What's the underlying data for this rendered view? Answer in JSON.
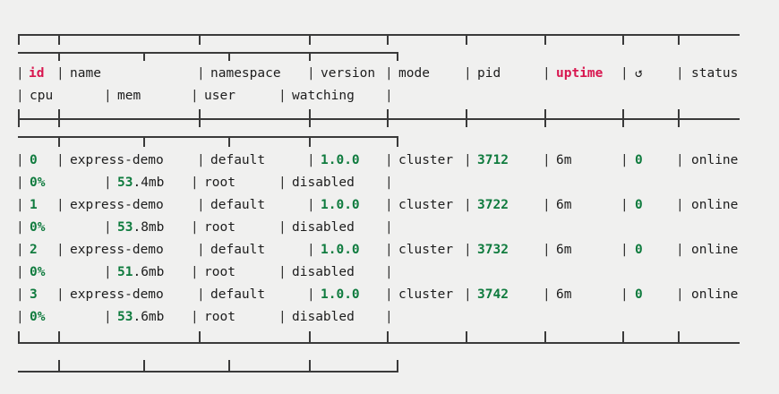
{
  "app": {
    "name": "pm2-process-list",
    "background_color": "#f0f0ef",
    "text_color": "#1d1d1d",
    "accent_color": "#d8164f",
    "value_color": "#0f7b3e",
    "rule_color": "#3a3a3a"
  },
  "table": {
    "header_primary": [
      {
        "key": "id",
        "label": "id",
        "accent": true
      },
      {
        "key": "name",
        "label": "name",
        "accent": false
      },
      {
        "key": "namespace",
        "label": "namespace",
        "accent": false
      },
      {
        "key": "version",
        "label": "version",
        "accent": false
      },
      {
        "key": "mode",
        "label": "mode",
        "accent": false
      },
      {
        "key": "pid",
        "label": "pid",
        "accent": false
      },
      {
        "key": "uptime",
        "label": "uptime",
        "accent": true
      },
      {
        "key": "restart",
        "label": "↺",
        "accent": false,
        "icon": "restart-icon"
      },
      {
        "key": "status",
        "label": "status",
        "accent": false
      }
    ],
    "header_secondary": [
      {
        "key": "cpu",
        "label": "cpu"
      },
      {
        "key": "mem",
        "label": "mem"
      },
      {
        "key": "user",
        "label": "user"
      },
      {
        "key": "watching",
        "label": "watching"
      }
    ],
    "separator": "|",
    "rows": [
      {
        "id": "0",
        "name": "express-demo",
        "namespace": "default",
        "version": "1.0.0",
        "mode": "cluster",
        "pid": "3712",
        "uptime": "6m",
        "restarts": "0",
        "status": "online",
        "cpu": "0%",
        "mem_value": "53",
        "mem_unit": ".4mb",
        "mem": "53.4mb",
        "user": "root",
        "watching": "disabled"
      },
      {
        "id": "1",
        "name": "express-demo",
        "namespace": "default",
        "version": "1.0.0",
        "mode": "cluster",
        "pid": "3722",
        "uptime": "6m",
        "restarts": "0",
        "status": "online",
        "cpu": "0%",
        "mem_value": "53",
        "mem_unit": ".8mb",
        "mem": "53.8mb",
        "user": "root",
        "watching": "disabled"
      },
      {
        "id": "2",
        "name": "express-demo",
        "namespace": "default",
        "version": "1.0.0",
        "mode": "cluster",
        "pid": "3732",
        "uptime": "6m",
        "restarts": "0",
        "status": "online",
        "cpu": "0%",
        "mem_value": "51",
        "mem_unit": ".6mb",
        "mem": "51.6mb",
        "user": "root",
        "watching": "disabled"
      },
      {
        "id": "3",
        "name": "express-demo",
        "namespace": "default",
        "version": "1.0.0",
        "mode": "cluster",
        "pid": "3742",
        "uptime": "6m",
        "restarts": "0",
        "status": "online",
        "cpu": "0%",
        "mem_value": "53",
        "mem_unit": ".6mb",
        "mem": "53.6mb",
        "user": "root",
        "watching": "disabled"
      }
    ]
  }
}
